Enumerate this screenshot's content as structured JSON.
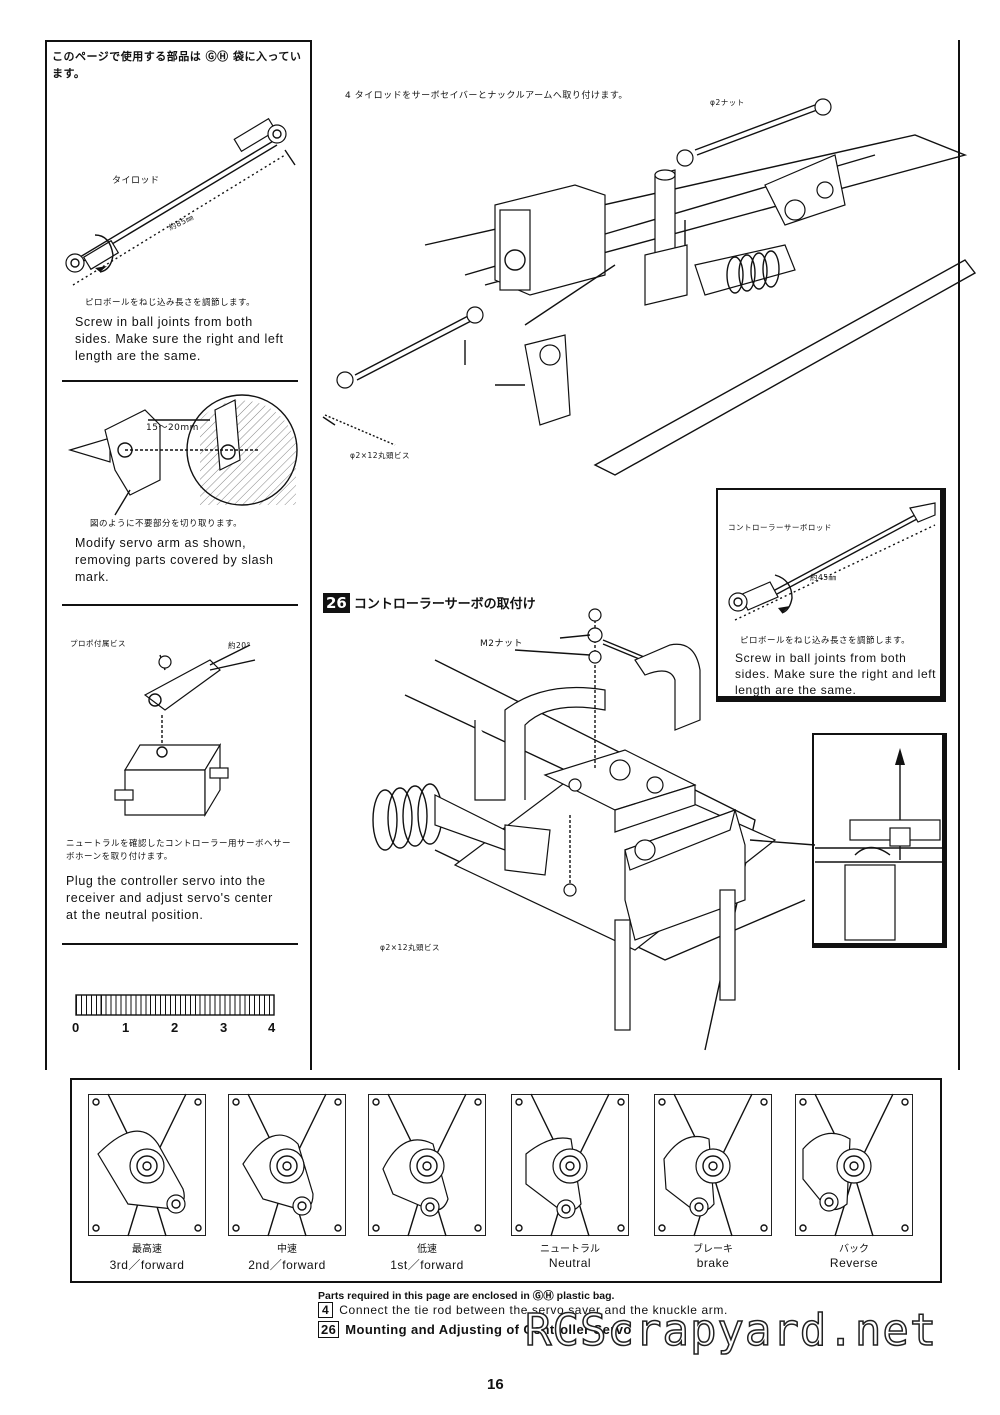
{
  "left_column": {
    "parts_note_jp": "このページで使用する部品は ⒼⒽ 袋に入っています。",
    "tie_rod_label": "タイロッド",
    "tie_rod_length": "約85㎜",
    "tie_rod_caption_jp": "ピロボールをねじ込み長さを調節します。",
    "tie_rod_caption_en": "Screw in ball joints from both sides. Make sure the right and left length are the same.",
    "servo_arm_dim": "15～20mm",
    "servo_arm_caption_jp": "図のように不要部分を切り取ります。",
    "servo_arm_caption_en": "Modify servo arm as shown, removing parts covered by slash mark.",
    "servo_screw_label": "プロポ付属ビス",
    "servo_angle_label": "約20°",
    "servo_caption_jp": "ニュートラルを確認したコントローラー用サーボへサーボホーンを取り付けます。",
    "servo_caption_en": "Plug the controller servo into the receiver and adjust servo's center at the neutral position.",
    "ruler_labels": [
      "0",
      "1",
      "2",
      "3",
      "4"
    ]
  },
  "step_top": {
    "title_jp": "4 タイロッドをサーボセイバーとナックルアームへ取り付けます。",
    "nut_label": "φ2ナット",
    "screw_label": "φ2×12丸頭ビス"
  },
  "step_26": {
    "number": "26",
    "title_jp": "コントローラーサーボの取付け",
    "nut_label": "M2ナット",
    "screw_label": "φ2×12丸頭ビス",
    "rod_label": "コントローラーサーボロッド",
    "rod_length": "約45㎜",
    "rod_caption_jp": "ピロボールをねじ込み長さを調節します。",
    "rod_caption_en": "Screw in ball joints from both sides. Make sure the right and left length are the same."
  },
  "positions": [
    {
      "jp": "最高速",
      "en": "3rd／forward"
    },
    {
      "jp": "中速",
      "en": "2nd／forward"
    },
    {
      "jp": "低速",
      "en": "1st／forward"
    },
    {
      "jp": "ニュートラル",
      "en": "Neutral"
    },
    {
      "jp": "ブレーキ",
      "en": "brake"
    },
    {
      "jp": "バック",
      "en": "Reverse"
    }
  ],
  "footer": {
    "parts_note_en": "Parts required in this page are enclosed in ⒼⒽ plastic bag.",
    "step4_badge": "4",
    "step4_en": "Connect the tie rod between the servo saver and the knuckle arm.",
    "step26_badge": "26",
    "step26_en": "Mounting and Adjusting of Controller Servo",
    "page_number": "16",
    "watermark": "RCScrapyard.net"
  }
}
